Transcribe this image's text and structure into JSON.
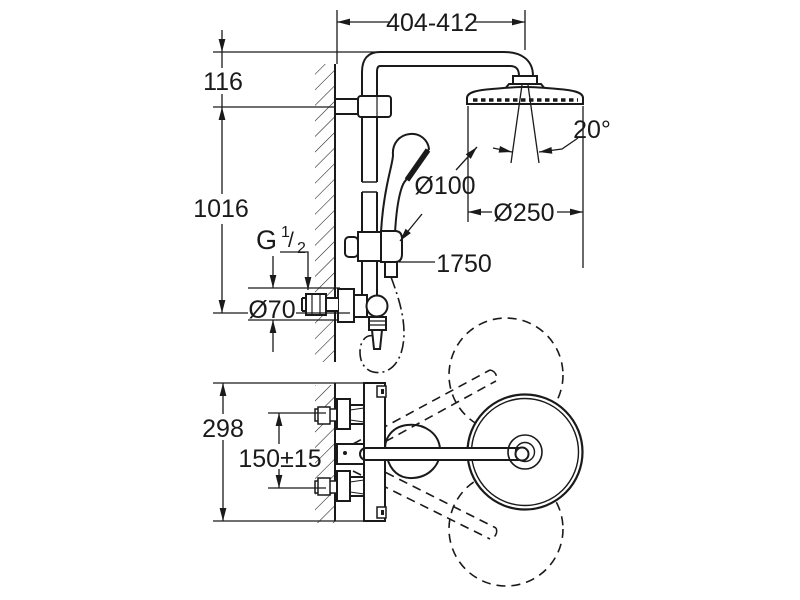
{
  "diagram": {
    "background": "#ffffff",
    "line_color": "#1a1a1a",
    "labels": {
      "arm_reach": "404-412",
      "wall_to_rail_top": "116",
      "rail_height": "1016",
      "thread_g": "G",
      "thread_num": "1",
      "thread_slash": "/",
      "thread_den": "2",
      "escutcheon_dia": "Ø70",
      "hand_shower_dia": "Ø100",
      "head_shower_dia": "Ø250",
      "swivel_angle": "20°",
      "hose_length": "1750",
      "depth": "298",
      "inlet_spacing": "150±15"
    }
  }
}
